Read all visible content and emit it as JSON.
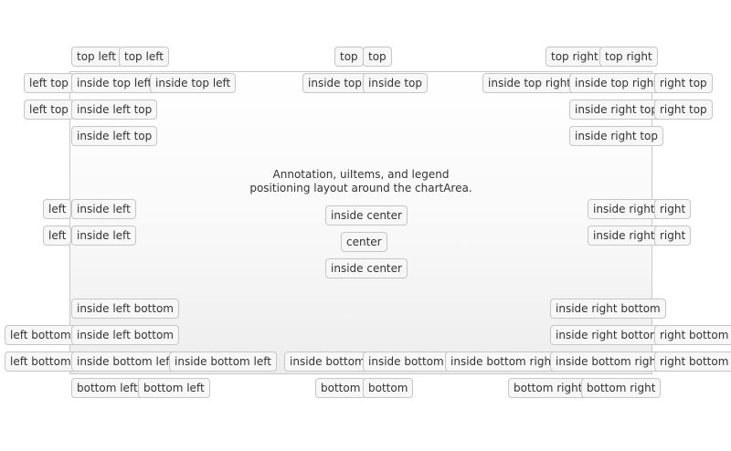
{
  "chart_area": {
    "title_line1": "Annotation, uiItems, and legend",
    "title_line2": "positioning layout around the chartArea."
  },
  "labels": {
    "top_left": "top left",
    "top": "top",
    "top_right": "top right",
    "left_top": "left top",
    "inside_top_left": "inside top left",
    "inside_top": "inside top",
    "inside_top_right": "inside top right",
    "right_top": "right top",
    "inside_left_top": "inside left top",
    "inside_right_top": "inside right top",
    "left": "left",
    "inside_left": "inside left",
    "inside_center": "inside center",
    "center": "center",
    "inside_right": "inside right",
    "right": "right",
    "inside_left_bottom": "inside left bottom",
    "inside_right_bottom": "inside right bottom",
    "left_bottom": "left bottom",
    "right_bottom": "right bottom",
    "inside_bottom_left": "inside bottom left",
    "inside_bottom": "inside bottom",
    "inside_bottom_right": "inside bottom right",
    "bottom_left": "bottom left",
    "bottom": "bottom",
    "bottom_right": "bottom right"
  }
}
